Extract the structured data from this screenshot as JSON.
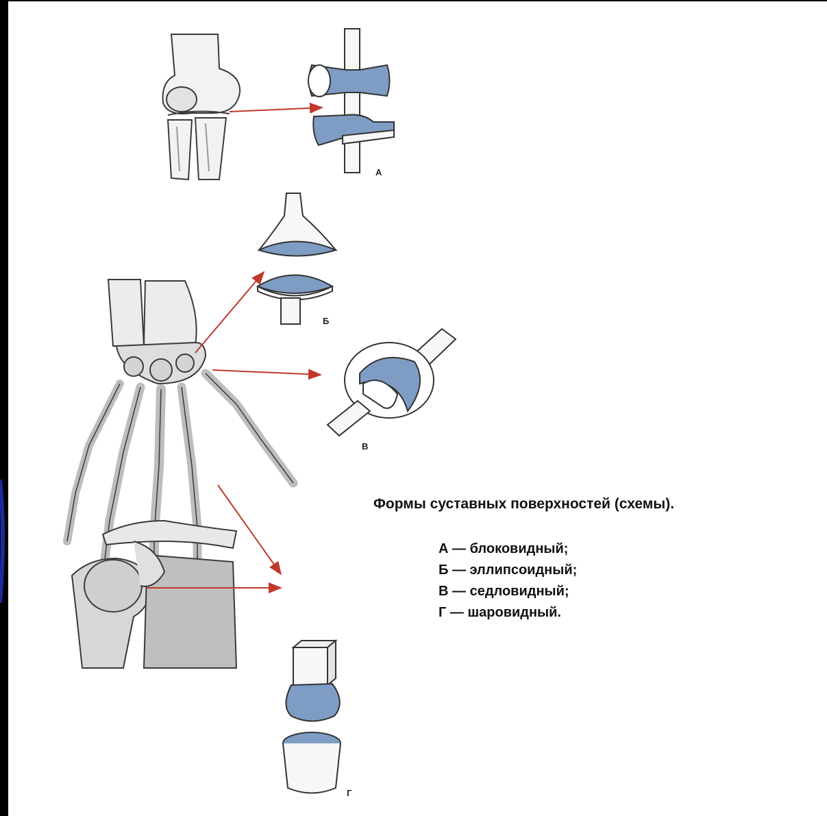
{
  "diagram": {
    "title": "Формы суставных поверхностей (схемы).",
    "legend": [
      {
        "letter": "А",
        "dash": "—",
        "text": "блоковидный;"
      },
      {
        "letter": "Б",
        "dash": "—",
        "text": "эллипсоидный;"
      },
      {
        "letter": "В",
        "dash": "—",
        "text": "седловидный;"
      },
      {
        "letter": "Г",
        "dash": "—",
        "text": "шаровидный."
      }
    ],
    "labels": {
      "a": "А",
      "b": "Б",
      "v": "В",
      "g": "Г"
    }
  },
  "colors": {
    "background": "#ffffff",
    "frame": "#000000",
    "frame_blue": "#1a2a9a",
    "arrow": "#c0392b",
    "cartilage": "#7f9cc4",
    "bone_outline": "#3a3a3a",
    "bone_shade": "#b9b9b9"
  }
}
